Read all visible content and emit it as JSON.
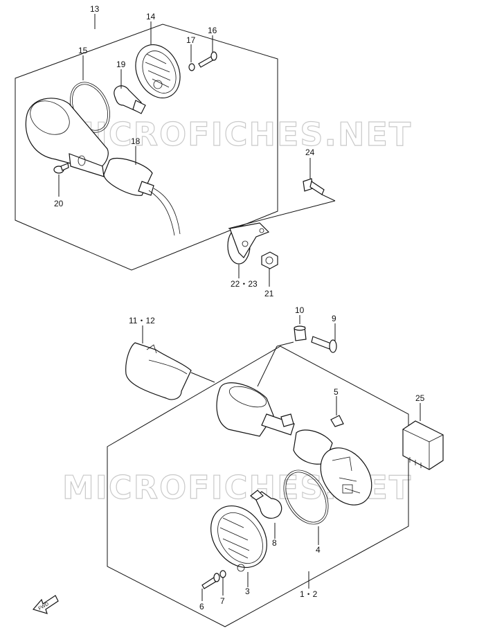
{
  "watermark": "MICROFICHES.NET",
  "fwd_label": "FWD",
  "labels": {
    "p13": "13",
    "p14": "14",
    "p15": "15",
    "p16": "16",
    "p17": "17",
    "p18": "18",
    "p19": "19",
    "p20": "20",
    "p24": "24",
    "p21": "21",
    "p22_23": "22・23",
    "p10": "10",
    "p9": "9",
    "p11_12": "11・12",
    "p25": "25",
    "p5": "5",
    "p8": "8",
    "p4": "4",
    "p3": "3",
    "p6": "6",
    "p7": "7",
    "p1_2": "1・2"
  }
}
